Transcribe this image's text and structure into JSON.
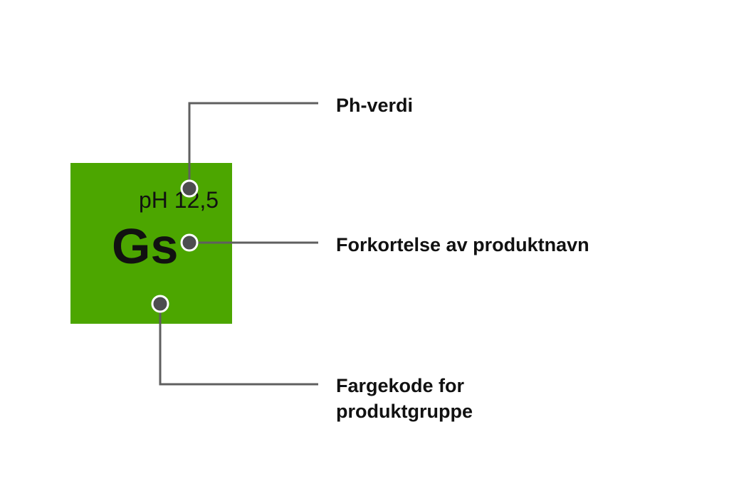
{
  "tile": {
    "color": "#4ca600",
    "ph_text": "pH 12,5",
    "symbol": "Gs"
  },
  "callouts": {
    "ph_label": "Ph-verdi",
    "abbreviation_label": "Forkortelse av produktnavn",
    "color_code_label_line1": "Fargekode for",
    "color_code_label_line2": "produktgruppe"
  },
  "colors": {
    "line": "#5f5f5f",
    "marker_fill": "#4d4d4f",
    "marker_stroke": "#ffffff",
    "text": "#111111"
  }
}
